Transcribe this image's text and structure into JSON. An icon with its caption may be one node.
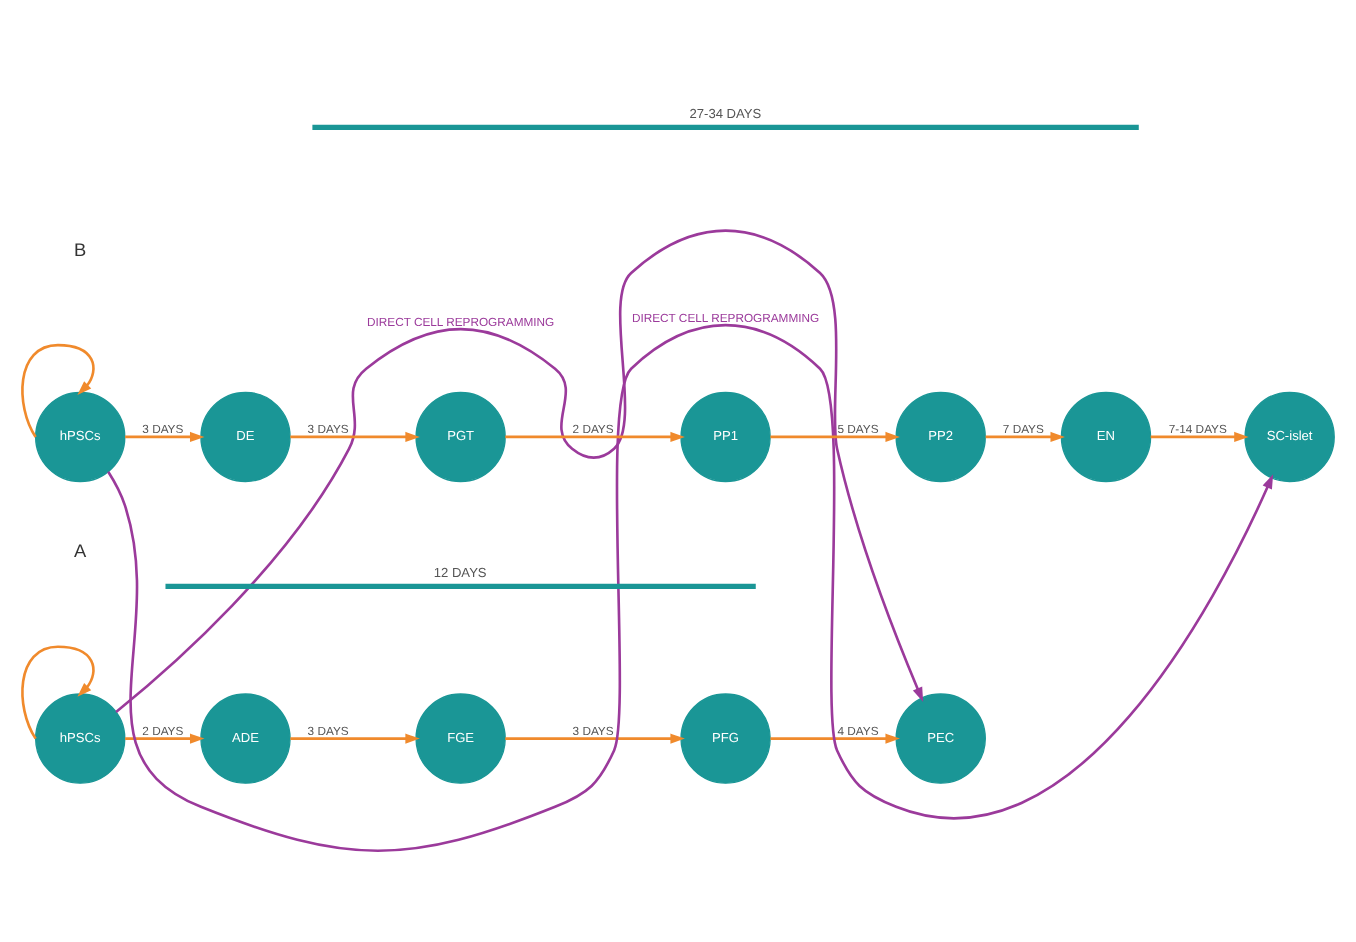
{
  "diagram": {
    "nodes": [
      {
        "text": [
          "hPSCs"
        ]
      },
      {
        "text": [
          "ADE"
        ]
      },
      {
        "text": [
          "FGE"
        ]
      },
      {
        "text": [
          "PFG"
        ]
      },
      {
        "text": [
          "PEC"
        ]
      },
      {
        "text": [
          "hPSCs"
        ]
      },
      {
        "text": [
          "DE"
        ]
      },
      {
        "text": [
          "PGT"
        ]
      },
      {
        "text": [
          "PP1"
        ]
      },
      {
        "text": [
          "PP2"
        ]
      },
      {
        "text": [
          "EN"
        ]
      },
      {
        "text": [
          "SC-islet"
        ]
      }
    ],
    "edges": [
      {
        "from": 0,
        "to": 0,
        "arrow": "to"
      },
      {
        "from": 0,
        "to": 1,
        "arrow": "to",
        "label": "2 DAYS"
      },
      {
        "from": 1,
        "to": 2,
        "arrow": "to",
        "label": "3 DAYS"
      },
      {
        "from": 2,
        "to": 3,
        "arrow": "to",
        "label": "3 DAYS"
      },
      {
        "from": 3,
        "to": 4,
        "arrow": "to",
        "label": "4 DAYS"
      },
      {
        "from": 0,
        "to": 4,
        "arrow": "to",
        "label": "DIRECT CELL REPROGRAMMING",
        "color": "#9b3a9b"
      },
      {
        "from": 5,
        "to": 5,
        "arrow": "to"
      },
      {
        "from": 5,
        "to": 6,
        "arrow": "to",
        "label": "3 DAYS"
      },
      {
        "from": 6,
        "to": 7,
        "arrow": "to",
        "label": "3 DAYS"
      },
      {
        "from": 7,
        "to": 8,
        "arrow": "to",
        "label": "2 DAYS"
      },
      {
        "from": 8,
        "to": 9,
        "arrow": "to",
        "label": "5 DAYS"
      },
      {
        "from": 9,
        "to": 10,
        "arrow": "to",
        "label": "7 DAYS"
      },
      {
        "from": 10,
        "to": 11,
        "arrow": "to",
        "label": "7-14 DAYS"
      },
      {
        "from": 5,
        "to": 11,
        "arrow": "to",
        "label": "DIRECT CELL REPROGRAMMING",
        "color": "#9b3a9b"
      }
    ],
    "labels": [
      "A",
      "12 DAYS",
      "B",
      "27-34 DAYS"
    ]
  }
}
